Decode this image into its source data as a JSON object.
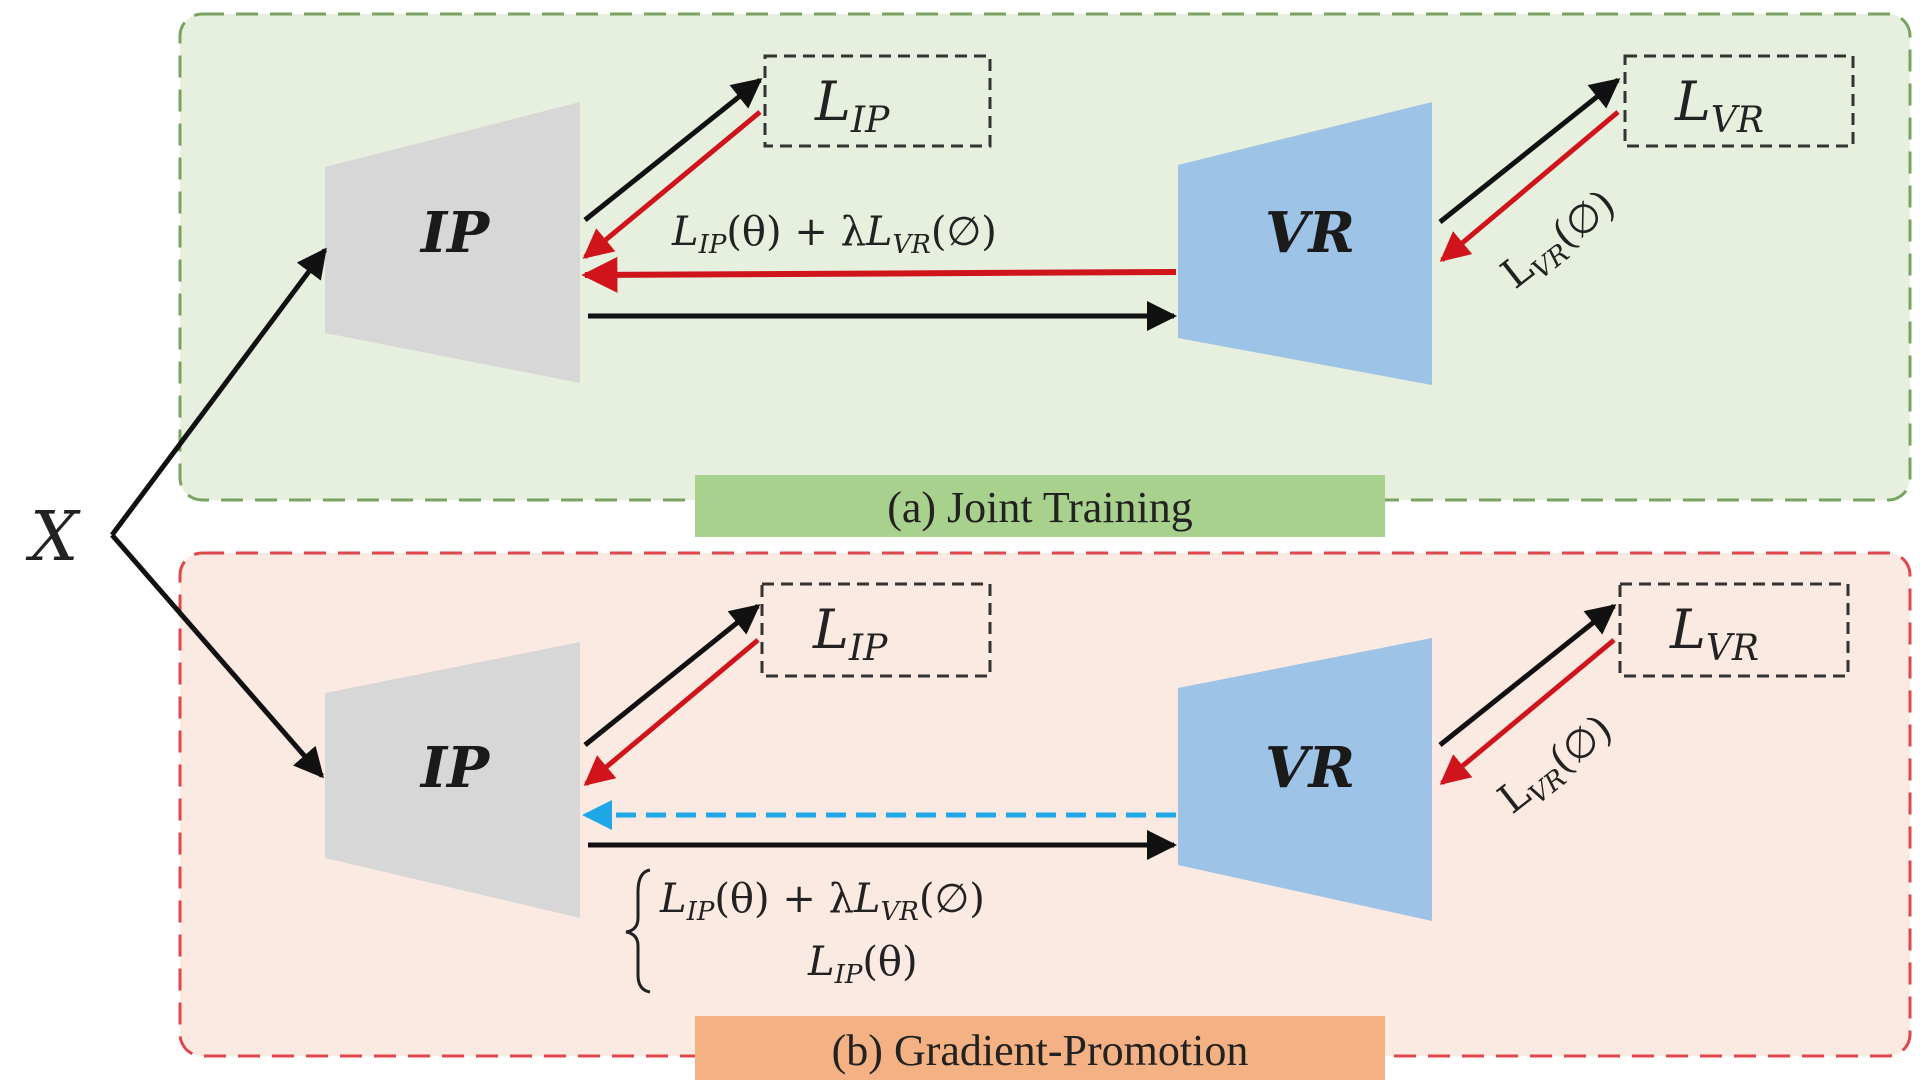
{
  "input": {
    "label": "X"
  },
  "panels": {
    "joint": {
      "caption": "(a) Joint Training",
      "colors": {
        "fill": "#e7f0de",
        "border": "#7aa362",
        "caption_bg": "#a9d18e"
      },
      "ip": {
        "label": "IP"
      },
      "vr": {
        "label": "VR"
      },
      "loss_ip": {
        "base": "L",
        "sub": "IP"
      },
      "loss_vr": {
        "base": "L",
        "sub": "VR"
      },
      "combined_loss": {
        "a": "L",
        "a_sub": "IP",
        "a_arg": "(θ) + λ",
        "b": "L",
        "b_sub": "VR",
        "b_arg": "(∅)"
      },
      "vr_grad": {
        "base": "L",
        "sub": "VR",
        "arg": "(∅)"
      }
    },
    "promotion": {
      "caption": "(b) Gradient-Promotion",
      "colors": {
        "fill": "#fbeae1",
        "border": "#e0474c",
        "caption_bg": "#f4b183"
      },
      "ip": {
        "label": "IP"
      },
      "vr": {
        "label": "VR"
      },
      "loss_ip": {
        "base": "L",
        "sub": "IP"
      },
      "loss_vr": {
        "base": "L",
        "sub": "VR"
      },
      "case_line1": {
        "a": "L",
        "a_sub": "IP",
        "a_arg": "(θ) + λ",
        "b": "L",
        "b_sub": "VR",
        "b_arg": "(∅)"
      },
      "case_line2": {
        "a": "L",
        "a_sub": "IP",
        "a_arg": "(θ)"
      },
      "vr_grad": {
        "base": "L",
        "sub": "VR",
        "arg": "(∅)"
      }
    }
  },
  "colors": {
    "ip_block": "#d7d7d7",
    "vr_block": "#9dc3e6",
    "forward_arrow": "#111111",
    "gradient_arrow": "#d0141c",
    "dashed_gradient": "#1fa8e8"
  }
}
